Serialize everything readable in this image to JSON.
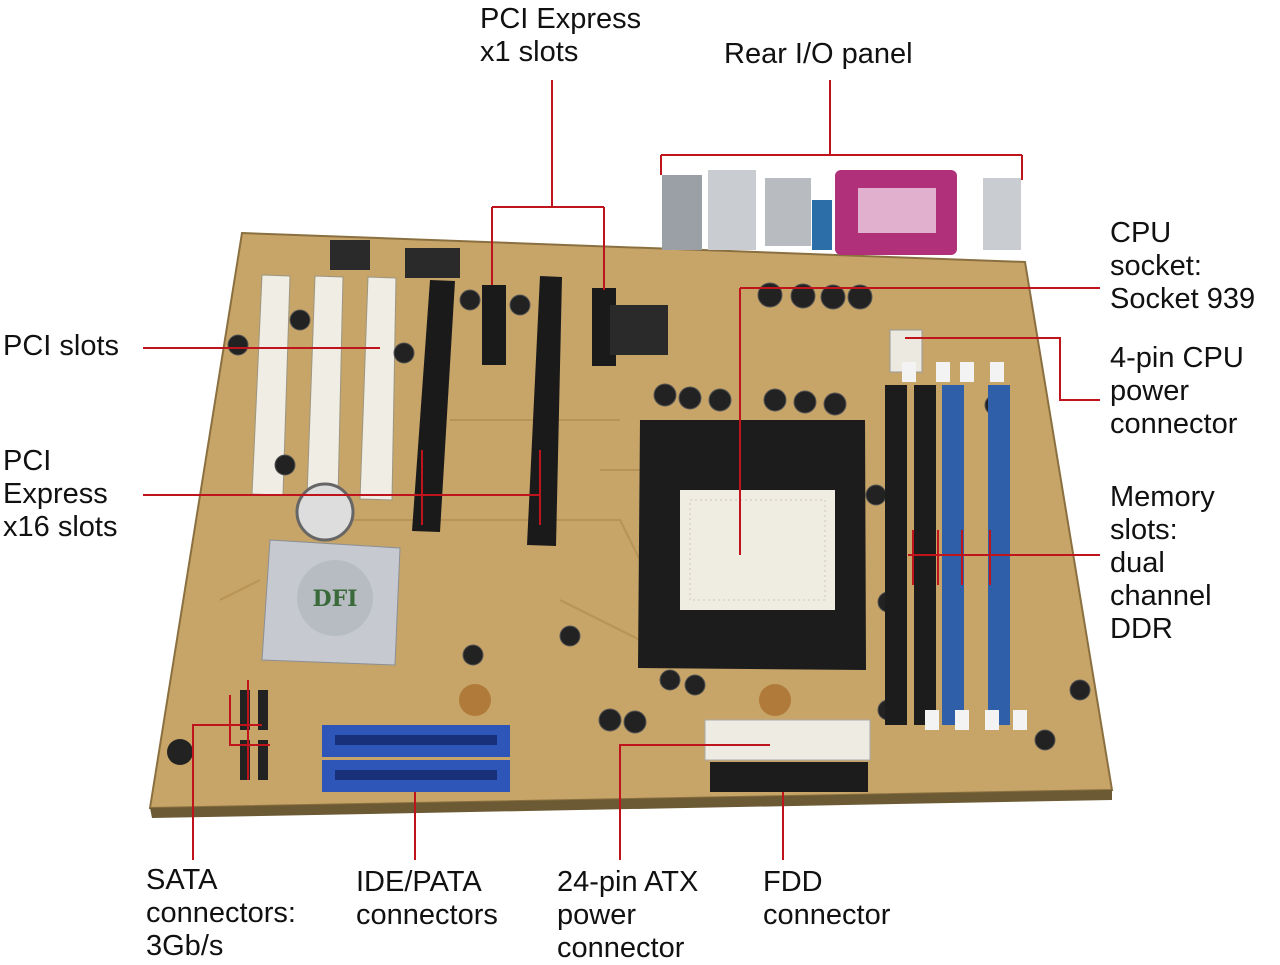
{
  "labels": {
    "pcie_x1": "PCI Express\nx1 slots",
    "rear_io": "Rear I/O panel",
    "cpu_socket": "CPU\nsocket:\nSocket 939",
    "cpu_power": "4-pin CPU\npower\nconnector",
    "memory": "Memory\nslots:\ndual\nchannel\nDDR",
    "pci": "PCI slots",
    "pcie_x16": "PCI\nExpress\nx16 slots",
    "sata": "SATA\nconnectors:\n3Gb/s",
    "ide": "IDE/PATA\nconnectors",
    "atx": "24-pin ATX\npower\nconnector",
    "fdd": "FDD\nconnector"
  },
  "logo_text": "DFI",
  "colors": {
    "board": "#c7a467",
    "leader": "#c0141c",
    "memory_blue": "#2f5fa8",
    "ide_blue": "#2d56b8",
    "parallel_port": "#b0307a"
  }
}
